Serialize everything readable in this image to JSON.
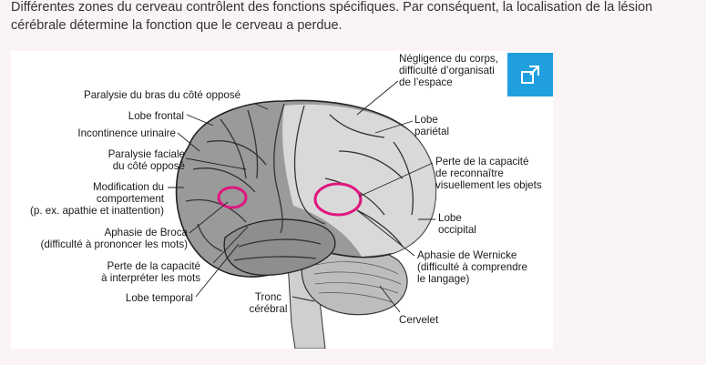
{
  "intro": {
    "line1": "Différentes zones du cerveau contrôlent des fonctions spécifiques. Par conséquent, la localisation de la lésion",
    "line2": "cérébrale détermine la fonction que le cerveau a perdue."
  },
  "diagram": {
    "labels": {
      "paralysie_bras": "Paralysie du bras du côté opposé",
      "lobe_frontal": "Lobe frontal",
      "incontinence": "Incontinence urinaire",
      "paralysie_faciale_1": "Paralysie faciale",
      "paralysie_faciale_2": "du côté opposé",
      "modification_1": "Modification du",
      "modification_2": "comportement",
      "modification_3": "(p. ex. apathie et inattention)",
      "broca_1": "Aphasie de Broca",
      "broca_2": "(difficulté à prononcer les mots)",
      "perte_interpreter_1": "Perte de la capacité",
      "perte_interpreter_2": "à interpréter les mots",
      "lobe_temporal": "Lobe temporal",
      "tronc_1": "Tronc",
      "tronc_2": "cérébral",
      "negligence_1": "Négligence du corps,",
      "negligence_2": "difficulté d’organisati",
      "negligence_3": "de l’espace",
      "lobe_parietal_1": "Lobe",
      "lobe_parietal_2": "pariétal",
      "perte_reconnaitre_1": "Perte de la capacité",
      "perte_reconnaitre_2": "de reconnaître",
      "perte_reconnaitre_3": "visuellement les objets",
      "lobe_occipital_1": "Lobe",
      "lobe_occipital_2": "occipital",
      "wernicke_1": "Aphasie de Wernicke",
      "wernicke_2": "(difficulté à comprendre",
      "wernicke_3": "le langage)",
      "cervelet": "Cervelet"
    }
  },
  "colors": {
    "highlight": "#e0157f",
    "button": "#1f9fde"
  },
  "icons": {
    "expand": "expand-icon"
  }
}
